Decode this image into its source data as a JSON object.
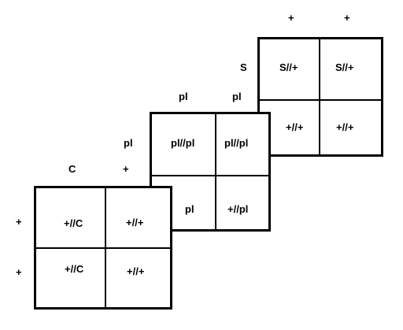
{
  "squares": {
    "s": {
      "col_headers": [
        "+",
        "+"
      ],
      "row_headers": [
        "S",
        ""
      ],
      "cells": [
        [
          "S//+",
          "S//+"
        ],
        [
          "+//+",
          "+//+"
        ]
      ]
    },
    "pl": {
      "col_headers": [
        "pl",
        "pl"
      ],
      "row_headers": [
        "pl",
        ""
      ],
      "cells": [
        [
          "pl//pl",
          "pl//pl"
        ],
        [
          "pl",
          "+//pl"
        ]
      ]
    },
    "c": {
      "col_headers": [
        "C",
        "+"
      ],
      "row_headers": [
        "+",
        "+"
      ],
      "cells": [
        [
          "+//C",
          "+//+"
        ],
        [
          "+//C",
          "+//+"
        ]
      ]
    }
  }
}
